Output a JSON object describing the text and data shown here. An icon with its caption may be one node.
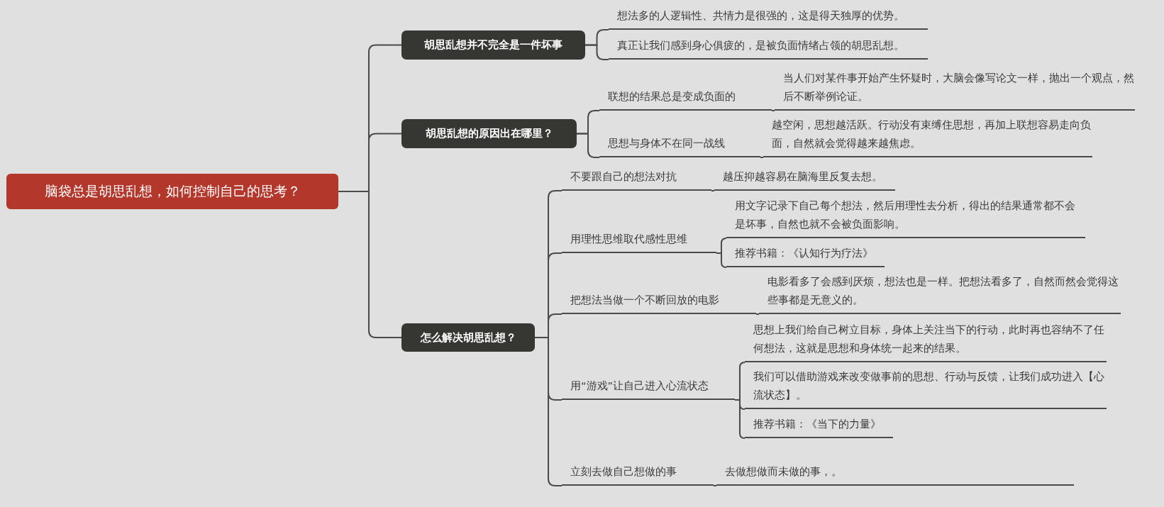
{
  "diagram": {
    "nodes": [
      {
        "text": [
          "脑袋总是胡思乱想，如何控制自己的思考？"
        ]
      },
      {
        "text": [
          "胡思乱想并不完全是一件坏事"
        ]
      },
      {
        "text": [
          "胡思乱想的原因出在哪里？"
        ]
      },
      {
        "text": [
          "怎么解决胡思乱想？"
        ]
      },
      {
        "text": [
          "想法多的人逻辑性、共情力是很强的，这是得天独厚的优势。"
        ]
      },
      {
        "text": [
          "真正让我们感到身心俱疲的，是被负面情绪占领的胡思乱想。"
        ]
      },
      {
        "text": [
          "联想的结果总是变成负面的"
        ]
      },
      {
        "text": [
          "当人们对某件事开始产生怀疑时，大脑会像写论文一样，抛出一个观点，然后不断举例论证。"
        ]
      },
      {
        "text": [
          "思想与身体不在同一战线"
        ]
      },
      {
        "text": [
          "越空闲，思想越活跃。行动没有束缚住思想，再加上联想容易走向负面，自然就会觉得越来越焦虑。"
        ]
      },
      {
        "text": [
          "不要跟自己的想法对抗"
        ]
      },
      {
        "text": [
          "越压抑越容易在脑海里反复去想。"
        ]
      },
      {
        "text": [
          "用理性思维取代感性思维"
        ]
      },
      {
        "text": [
          "用文字记录下自己每个想法，然后用理性去分析，得出的结果通常都不会是坏事，自然也就不会被负面影响。"
        ]
      },
      {
        "text": [
          "推荐书籍：《认知行为疗法》"
        ]
      },
      {
        "text": [
          "把想法当做一个不断回放的电影"
        ]
      },
      {
        "text": [
          "电影看多了会感到厌烦，想法也是一样。把想法看多了，自然而然会觉得这些事都是无意义的。"
        ]
      },
      {
        "text": [
          "用“游戏”让自己进入心流状态"
        ]
      },
      {
        "text": [
          "思想上我们给自己树立目标，身体上关注当下的行动，此时再也容纳不了任何想法，这就是思想和身体统一起来的结果。"
        ]
      },
      {
        "text": [
          "我们可以借助游戏来改变做事前的思想、行动与反馈，让我们成功进入【心流状态】。"
        ]
      },
      {
        "text": [
          "推荐书籍：《当下的力量》"
        ]
      },
      {
        "text": [
          "立刻去做自己想做的事"
        ]
      },
      {
        "text": [
          "去做想做而未做的事，。"
        ]
      }
    ],
    "edges": [
      {
        "from": 0,
        "to": 1,
        "arrow": "none"
      },
      {
        "from": 0,
        "to": 2,
        "arrow": "none"
      },
      {
        "from": 0,
        "to": 3,
        "arrow": "none"
      },
      {
        "from": 1,
        "to": 4,
        "arrow": "none"
      },
      {
        "from": 1,
        "to": 5,
        "arrow": "none"
      },
      {
        "from": 2,
        "to": 6,
        "arrow": "none"
      },
      {
        "from": 6,
        "to": 7,
        "arrow": "none"
      },
      {
        "from": 2,
        "to": 8,
        "arrow": "none"
      },
      {
        "from": 8,
        "to": 9,
        "arrow": "none"
      },
      {
        "from": 3,
        "to": 10,
        "arrow": "none"
      },
      {
        "from": 10,
        "to": 11,
        "arrow": "none"
      },
      {
        "from": 3,
        "to": 12,
        "arrow": "none"
      },
      {
        "from": 12,
        "to": 13,
        "arrow": "none"
      },
      {
        "from": 12,
        "to": 14,
        "arrow": "none"
      },
      {
        "from": 3,
        "to": 15,
        "arrow": "none"
      },
      {
        "from": 15,
        "to": 16,
        "arrow": "none"
      },
      {
        "from": 3,
        "to": 17,
        "arrow": "none"
      },
      {
        "from": 17,
        "to": 18,
        "arrow": "none"
      },
      {
        "from": 17,
        "to": 19,
        "arrow": "none"
      },
      {
        "from": 17,
        "to": 20,
        "arrow": "none"
      },
      {
        "from": 3,
        "to": 21,
        "arrow": "none"
      },
      {
        "from": 21,
        "to": 22,
        "arrow": "none"
      }
    ]
  }
}
